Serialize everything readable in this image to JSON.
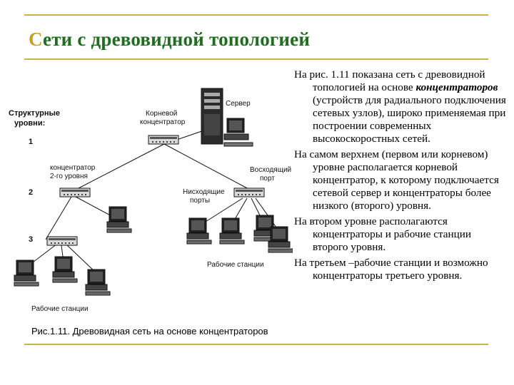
{
  "title": "Сети с древовидной топологией",
  "title_first_letter": "С",
  "title_rest": "ети с древовидной топологией",
  "caption": "Рис.1.11. Древовидная сеть на основе концентраторов",
  "figure": {
    "structural_levels_line1": "Структурные",
    "structural_levels_line2": "уровни:",
    "level_1": "1",
    "level_2": "2",
    "level_3": "3",
    "root_hub_line1": "Корневой",
    "root_hub_line2": "концентратор",
    "server": "Сервер",
    "hub_level2_line1": "концентратор",
    "hub_level2_line2": "2-го уровня",
    "uplink_port_line1": "Восходящий",
    "uplink_port_line2": "порт",
    "downlink_ports_line1": "Нисходящие",
    "downlink_ports_line2": "порты",
    "workstations_right": "Рабочие станции",
    "workstations_left": "Рабочие станции"
  },
  "paragraphs": {
    "p1_before": "На рис. 1.11 показана сеть с древовидной топологией на основе ",
    "p1_emph": "концентраторов",
    "p1_after": " (устройств для радиального подключения сетевых узлов), широко применяемая при построении современных высокоскоростных сетей.",
    "p2": "На самом верхнем (первом или корневом) уровне располагается корневой концентратор, к которому подключается сетевой сервер и концентраторы более низкого (второго) уровня.",
    "p3": "На втором уровне располагаются концентраторы и рабочие станции второго уровня.",
    "p4": "На третьем –рабочие станции и возможно концентраторы третьего уровня."
  },
  "colors": {
    "title": "#1f6e1f",
    "title_first_letter": "#c8a020",
    "rule": "#c8b24a"
  }
}
